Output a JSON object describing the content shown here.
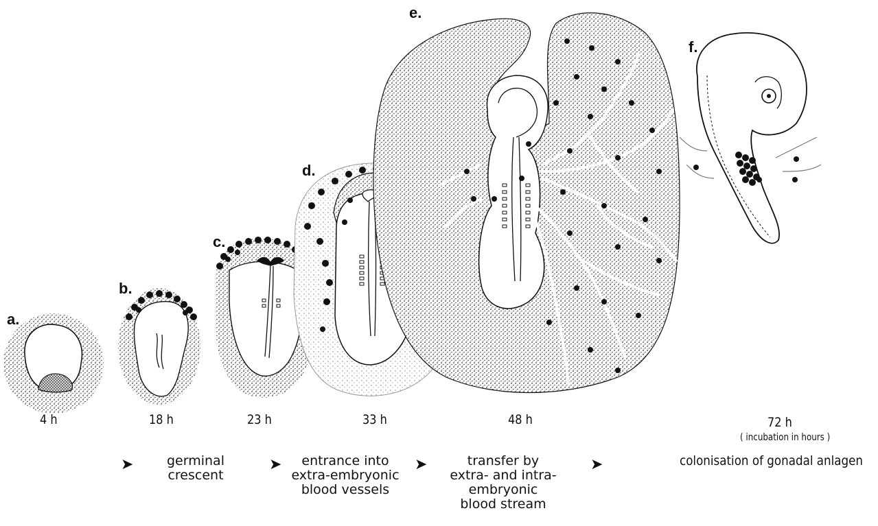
{
  "panels": [
    "a.",
    "b.",
    "c.",
    "d.",
    "e.",
    "f."
  ],
  "times": [
    "4 h",
    "18 h",
    "23 h",
    "33 h",
    "48 h",
    "72 h"
  ],
  "time_note": "( incubation in hours )",
  "arrow_glyph": "➤",
  "steps": {
    "germinal": [
      "germinal",
      "crescent"
    ],
    "entrance": [
      "entrance into",
      "extra-embryonic",
      "blood vessels"
    ],
    "transfer": [
      "transfer by",
      "extra- and intra-",
      "embryonic",
      "blood stream"
    ],
    "colonisation": [
      "colonisation of gonadal anlagen"
    ]
  },
  "colors": {
    "ink": "#111111",
    "stipple": "#b9b9b9",
    "paper": "#ffffff"
  }
}
